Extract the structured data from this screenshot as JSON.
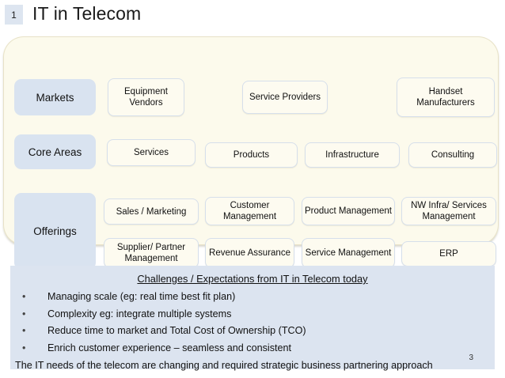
{
  "slide": {
    "badge_number": "1",
    "title": "IT in Telecom",
    "page_number": "3"
  },
  "diagram": {
    "rows": [
      {
        "label": "Markets",
        "items": [
          "Equipment Vendors",
          "Service Providers",
          "Handset Manufacturers"
        ]
      },
      {
        "label": "Core Areas",
        "items": [
          "Services",
          "Products",
          "Infrastructure",
          "Consulting"
        ]
      },
      {
        "label": "Offerings",
        "items": [
          "Sales / Marketing",
          "Customer Management",
          "Product Management",
          "NW Infra/ Services Management",
          "Supplier/ Partner Management",
          "Revenue Assurance",
          "Service Management",
          "ERP"
        ]
      }
    ]
  },
  "challenges": {
    "heading": "Challenges / Expectations from IT in Telecom today",
    "bullet_glyph": "•",
    "bullets": [
      "Managing scale (eg: real time best fit plan)",
      "Complexity eg: integrate multiple systems",
      "Reduce time to market and Total Cost of Ownership (TCO)",
      "Enrich customer experience – seamless and consistent"
    ],
    "closing": "The IT needs of the telecom are changing and required strategic business partnering approach"
  },
  "colors": {
    "panel_bg": "#fcfaec",
    "label_box": "#d9e3f0",
    "item_box": "#fdfbf0",
    "item_border": "#d6dfeb",
    "challenges_bg": "#dce4f0",
    "badge_bg": "#dde5f0"
  }
}
